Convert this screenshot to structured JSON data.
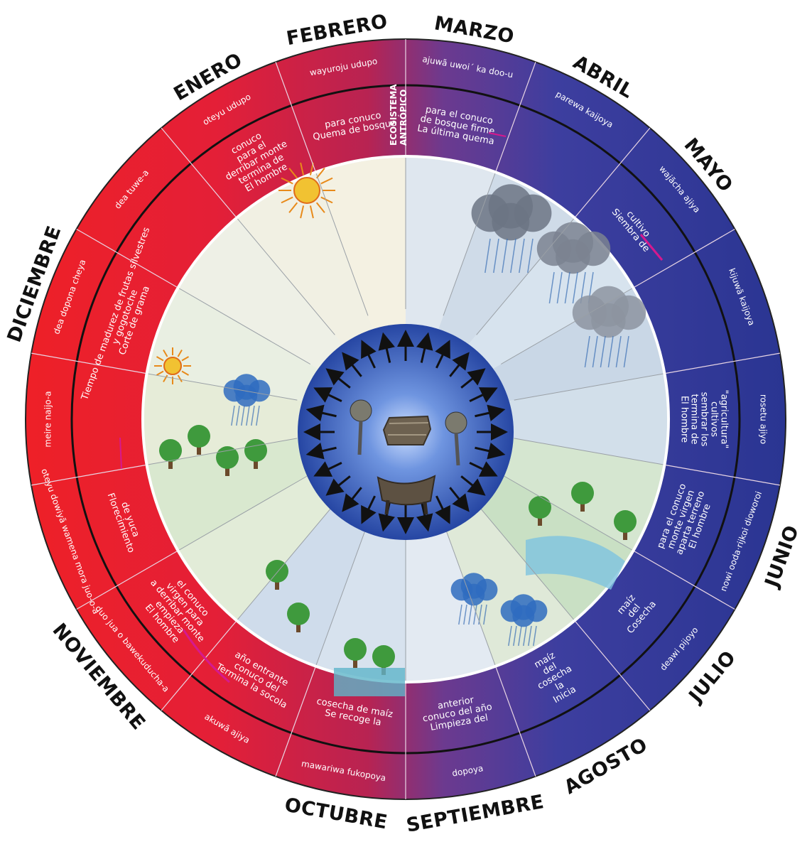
{
  "colors": {
    "red": "#e8232e",
    "crimson": "#c02347",
    "violet": "#7a3a8c",
    "blue": "#3e3f9c",
    "navy": "#2b3592",
    "center_blue": "#2f56b0",
    "accent_magenta": "#d6198e"
  },
  "diagram": {
    "eco_label_lines": [
      "ECOSISTEMA",
      "ANTRÓPICO"
    ],
    "months": [
      {
        "name": "MARZO",
        "rim": "ajuwã uwoi´ ka doo-u",
        "activity": [
          "La última quema",
          "de bosque firme",
          "para el conuco"
        ]
      },
      {
        "name": "ABRIL",
        "rim": "parewa kaijoya",
        "activity": []
      },
      {
        "name": "MAYO",
        "rim": "wajãcha ajiya",
        "activity": [
          "Siembra de",
          "cultivo"
        ]
      },
      {
        "name": "",
        "rim": "kijuwã kaijoya",
        "activity": []
      },
      {
        "name": "",
        "rim": "rosetu ajiyo",
        "activity": [
          "El hombre",
          "termina de",
          "sembrar los",
          "cultivos",
          "\"agricultura\""
        ]
      },
      {
        "name": "JUNIO",
        "rim": "nowi ooda·rijkoi dioworoi",
        "activity": [
          "El hombre",
          "aparta terreno",
          "monte virgen",
          "para el conuco"
        ]
      },
      {
        "name": "JULIO",
        "rim": "deawi pijoyo",
        "activity": [
          "Cosecha",
          "del",
          "maíz"
        ]
      },
      {
        "name": "AGOSTO",
        "rim": "",
        "activity": [
          "Inicia",
          "la",
          "cosecha",
          "del",
          "maíz"
        ]
      },
      {
        "name": "SEPTIEMBRE",
        "rim": "dopoya",
        "activity": [
          "Limpieza del",
          "conuco del año",
          "anterior"
        ]
      },
      {
        "name": "OCTUBRE",
        "rim": "mawariwa fukopoya",
        "activity": [
          "Se recoge la",
          "cosecha de maíz"
        ]
      },
      {
        "name": "",
        "rim": "akuwã ajiya",
        "activity": [
          "Termina la socola",
          "conuco del",
          "año entrante"
        ]
      },
      {
        "name": "NOVIEMBRE",
        "rim": "duo jua o bawekuducha-a",
        "activity": [
          "El hombre",
          "empieza",
          "a derribar monte",
          "virgen para",
          "el conuco"
        ]
      },
      {
        "name": "",
        "rim": "oteyu dowiyã wamena mora juo-o-a",
        "activity": [
          "Florecimiento",
          "de yuca"
        ]
      },
      {
        "name": "",
        "rim": "meire naijo-a",
        "activity": []
      },
      {
        "name": "DICIEMBRE",
        "rim": "dea dopona cheya",
        "activity": [
          "Corte de grama",
          "y gogotoche",
          "Tiempo de madurez de frutas silvestres"
        ]
      },
      {
        "name": "",
        "rim": "dea tuwe-a",
        "activity": []
      },
      {
        "name": "ENERO",
        "rim": "oteyu udupo",
        "activity": [
          "El hombre",
          "termina de",
          "derribar monte",
          "para el",
          "conuco"
        ]
      },
      {
        "name": "FEBRERO",
        "rim": "wayuroju udupo",
        "activity": [
          "Quema de bosque",
          "para conuco"
        ]
      }
    ]
  }
}
